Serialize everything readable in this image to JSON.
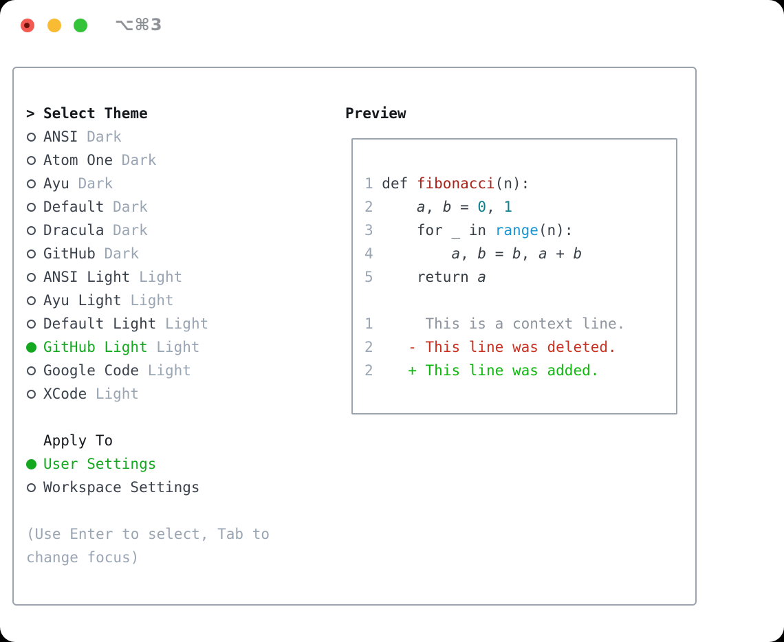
{
  "titlebar": {
    "shortcut": "⌥⌘3",
    "traffic_lights": [
      "close",
      "minimize",
      "zoom"
    ]
  },
  "theme_panel": {
    "select_header": {
      "marker": ">",
      "label": "Select Theme"
    },
    "themes": [
      {
        "name": "ANSI",
        "tag": "Dark",
        "selected": false
      },
      {
        "name": "Atom One",
        "tag": "Dark",
        "selected": false
      },
      {
        "name": "Ayu",
        "tag": "Dark",
        "selected": false
      },
      {
        "name": "Default",
        "tag": "Dark",
        "selected": false
      },
      {
        "name": "Dracula",
        "tag": "Dark",
        "selected": false
      },
      {
        "name": "GitHub",
        "tag": "Dark",
        "selected": false
      },
      {
        "name": "ANSI Light",
        "tag": "Light",
        "selected": false
      },
      {
        "name": "Ayu Light",
        "tag": "Light",
        "selected": false
      },
      {
        "name": "Default Light",
        "tag": "Light",
        "selected": false
      },
      {
        "name": "GitHub Light",
        "tag": "Light",
        "selected": true
      },
      {
        "name": "Google Code",
        "tag": "Light",
        "selected": false
      },
      {
        "name": "XCode",
        "tag": "Light",
        "selected": false
      }
    ],
    "apply_to": {
      "header": "Apply To",
      "options": [
        {
          "name": "User Settings",
          "selected": true
        },
        {
          "name": "Workspace Settings",
          "selected": false
        }
      ]
    },
    "hint_line1": "(Use Enter to select, Tab to",
    "hint_line2": "change focus)"
  },
  "preview": {
    "header": "Preview",
    "lines": [
      {
        "num": "1",
        "tokens": [
          {
            "t": "def ",
            "c": "code"
          },
          {
            "t": "fibonacci",
            "c": "func"
          },
          {
            "t": "(n):",
            "c": "code"
          }
        ]
      },
      {
        "num": "2",
        "tokens": [
          {
            "t": "    ",
            "c": "code"
          },
          {
            "t": "a",
            "c": "var"
          },
          {
            "t": ", ",
            "c": "code"
          },
          {
            "t": "b",
            "c": "var"
          },
          {
            "t": " = ",
            "c": "code"
          },
          {
            "t": "0",
            "c": "num"
          },
          {
            "t": ", ",
            "c": "code"
          },
          {
            "t": "1",
            "c": "num"
          }
        ]
      },
      {
        "num": "3",
        "tokens": [
          {
            "t": "    for _ in ",
            "c": "code"
          },
          {
            "t": "range",
            "c": "builtin"
          },
          {
            "t": "(n):",
            "c": "code"
          }
        ]
      },
      {
        "num": "4",
        "tokens": [
          {
            "t": "        ",
            "c": "code"
          },
          {
            "t": "a",
            "c": "var"
          },
          {
            "t": ", ",
            "c": "code"
          },
          {
            "t": "b",
            "c": "var"
          },
          {
            "t": " = ",
            "c": "code"
          },
          {
            "t": "b",
            "c": "var"
          },
          {
            "t": ", ",
            "c": "code"
          },
          {
            "t": "a",
            "c": "var"
          },
          {
            "t": " + ",
            "c": "code"
          },
          {
            "t": "b",
            "c": "var"
          }
        ]
      },
      {
        "num": "5",
        "tokens": [
          {
            "t": "    return ",
            "c": "code"
          },
          {
            "t": "a",
            "c": "var"
          }
        ]
      },
      {
        "num": "",
        "tokens": []
      },
      {
        "num": "1",
        "tokens": [
          {
            "t": "     This is a context line.",
            "c": "ctx"
          }
        ]
      },
      {
        "num": "2",
        "tokens": [
          {
            "t": "   - This line was deleted.",
            "c": "del"
          }
        ]
      },
      {
        "num": "2",
        "tokens": [
          {
            "t": "   + This line was added.",
            "c": "add"
          }
        ]
      }
    ]
  },
  "colors": {
    "selected_green": "#13a81f",
    "added_green": "#0db80d",
    "deleted_red": "#c9301f",
    "function_red": "#a8231b",
    "number_teal": "#0e7f8c",
    "builtin_blue": "#1b95d3",
    "code_text": "#363d45",
    "muted_gray": "#9aa5b3",
    "context_gray": "#8d949d",
    "panel_border": "#9aa3ae",
    "traffic_red": "#f25a51",
    "traffic_yellow": "#f9bb33",
    "traffic_green": "#35c339"
  }
}
